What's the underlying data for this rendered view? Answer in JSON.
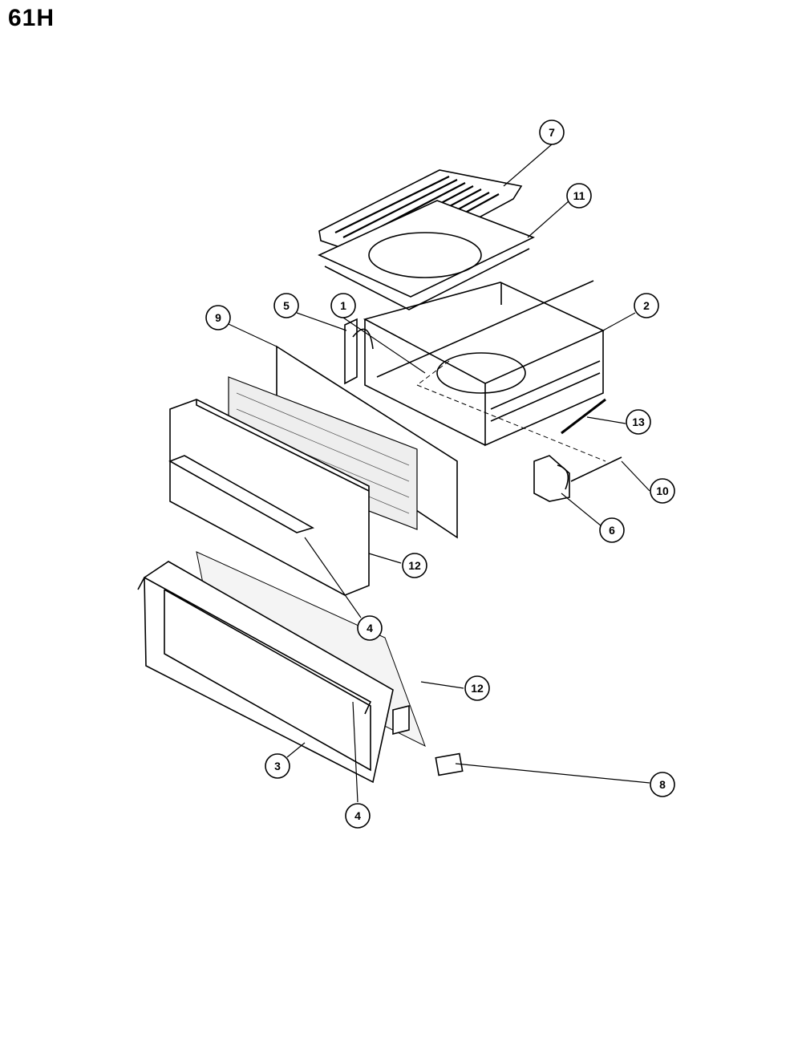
{
  "title": "61H",
  "callouts": [
    "7",
    "11",
    "2",
    "1",
    "5",
    "9",
    "13",
    "10",
    "6",
    "12",
    "4",
    "12",
    "8",
    "3",
    "4"
  ],
  "parts": {
    "broiler_grid": "7",
    "broiler_pan": "11",
    "drawer_body": "2",
    "screw": "1",
    "left_slide": "5",
    "inner_panel": "9",
    "spring": "13",
    "rod": "10",
    "right_slide": "6",
    "insulation_front": "12",
    "handle": "4",
    "glass": "12",
    "label_plate": "8",
    "door_frame": "3",
    "handle_lower": "4"
  }
}
